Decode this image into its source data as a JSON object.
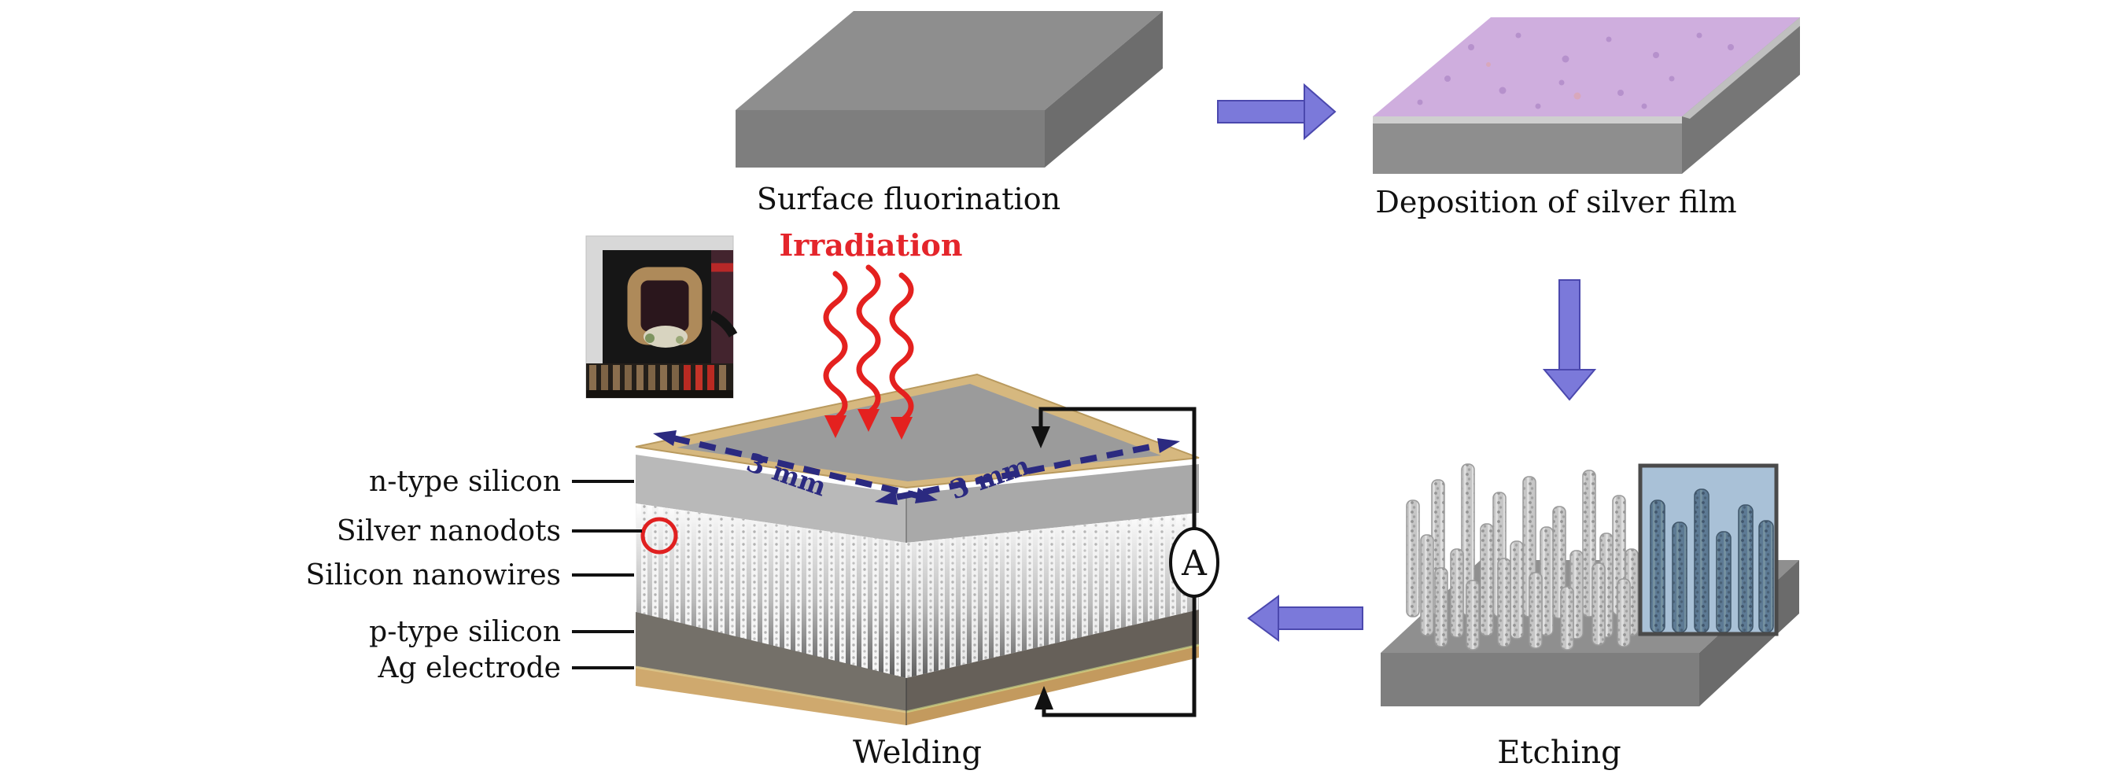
{
  "steps": {
    "fluorination": "Surface fluorination",
    "deposition": "Deposition of silver film",
    "etching": "Etching",
    "welding": "Welding"
  },
  "device": {
    "irradiation": "Irradiation",
    "dim_left": "3 mm",
    "dim_right": "3 mm",
    "ammeter": "A",
    "layers": [
      "n-type silicon",
      "Silver nanodots",
      "Silicon nanowires",
      "p-type silicon",
      "Ag electrode"
    ]
  },
  "colors": {
    "process_arrow": "#7b79da",
    "process_arrow_edge": "#4b48ae",
    "irradiation_red": "#e4252b",
    "dimension_blue": "#2b2a80",
    "silver_film": "#cfaede",
    "gold_rim": "#d6b87f",
    "slab_gray": "#8e8e8e",
    "inset_blue": "#a9c1d7",
    "circuit_black": "#111111",
    "highlight_red": "#e02020"
  }
}
